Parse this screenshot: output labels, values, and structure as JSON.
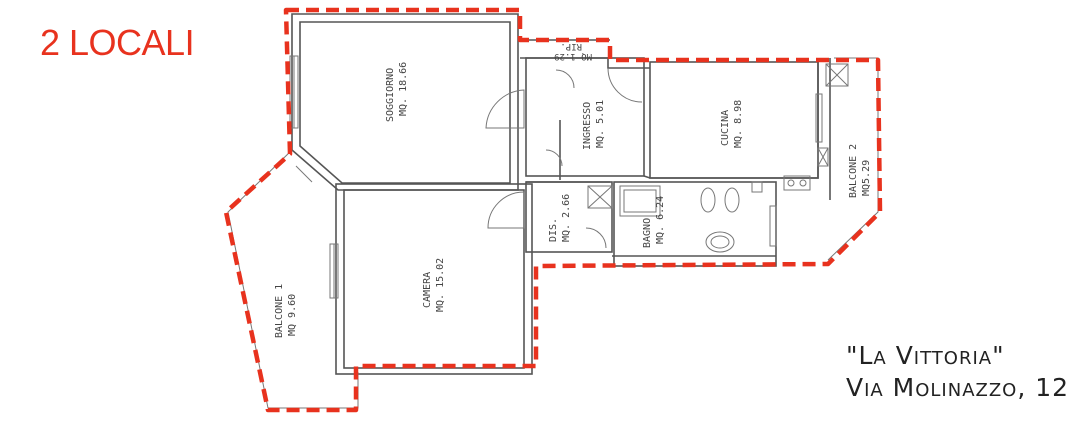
{
  "header": {
    "title": "2 LOCALI"
  },
  "rooms": [
    {
      "key": "soggiorno",
      "name": "SOGGIORNO",
      "area": "MQ. 18.66"
    },
    {
      "key": "ingresso",
      "name": "INGRESSO",
      "area": "MQ. 5.01"
    },
    {
      "key": "cucina",
      "name": "CUCINA",
      "area": "MQ. 8.98"
    },
    {
      "key": "balcone2",
      "name": "BALCONE 2",
      "area": "MQ5.29"
    },
    {
      "key": "dis",
      "name": "DIS.",
      "area": "MQ. 2.66"
    },
    {
      "key": "bagno",
      "name": "BAGNO",
      "area": "MQ. 6.24"
    },
    {
      "key": "camera",
      "name": "CAMERA",
      "area": "MQ. 15.02"
    },
    {
      "key": "balcone1",
      "name": "BALCONE 1",
      "area": "MQ 9.60"
    }
  ],
  "storage": {
    "name": "RIP.",
    "area": "MQ 1.29"
  },
  "caption": {
    "line1": "\"La Vittoria\"",
    "line2": "Via Molinazzo, 12"
  },
  "colors": {
    "accent": "#e8321e",
    "wall": "#555555"
  }
}
